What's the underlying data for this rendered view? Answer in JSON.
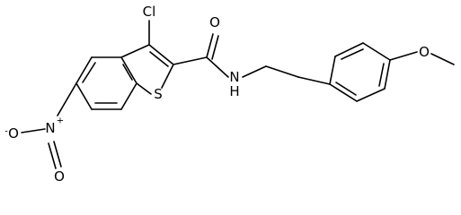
{
  "structure": {
    "atoms": {
      "chlorine": "Cl",
      "sulfur": "S",
      "amide_oxygen": "O",
      "amide_nitrogen": "N",
      "amide_hydrogen": "H",
      "nitro_nitrogen": "N",
      "nitro_charge_plus": "+",
      "nitro_oxygen_top": "O",
      "nitro_oxygen_bottom": "O",
      "nitro_charge_minus": "-",
      "methoxy_oxygen": "O"
    },
    "colors": {
      "bond": "#000000",
      "label": "#000000",
      "background": "#ffffff"
    }
  }
}
